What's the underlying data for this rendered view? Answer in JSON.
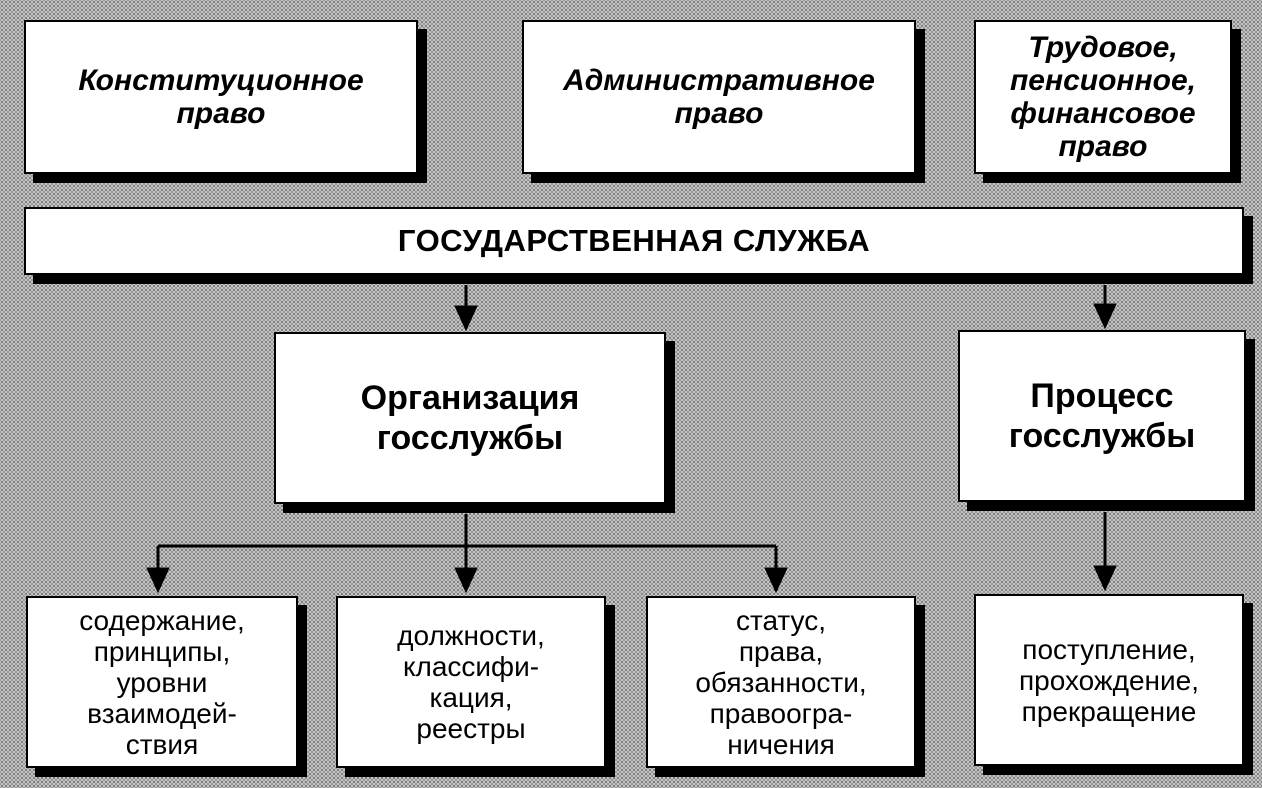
{
  "sources": [
    {
      "id": "constitutional",
      "label": "Конституционное\nправо"
    },
    {
      "id": "administrative",
      "label": "Административное\nправо"
    },
    {
      "id": "labor",
      "label": "Трудовое,\nпенсионное,\nфинансовое\nправо"
    }
  ],
  "banner": {
    "label": "ГОСУДАРСТВЕННАЯ СЛУЖБА"
  },
  "branches": [
    {
      "id": "organization",
      "label": "Организация\nгосслужбы"
    },
    {
      "id": "process",
      "label": "Процесс\nгосслужбы"
    }
  ],
  "leaves": [
    {
      "id": "content",
      "label": "содержание,\nпринципы,\nуровни\nвзаимодей-\nствия"
    },
    {
      "id": "positions",
      "label": "должности,\nклассифи-\nкация,\nреестры"
    },
    {
      "id": "status",
      "label": "статус,\nправа,\nобязанности,\nправоогра-\nничения"
    },
    {
      "id": "stages",
      "label": "поступление,\nпрохождение,\nпрекращение"
    }
  ]
}
